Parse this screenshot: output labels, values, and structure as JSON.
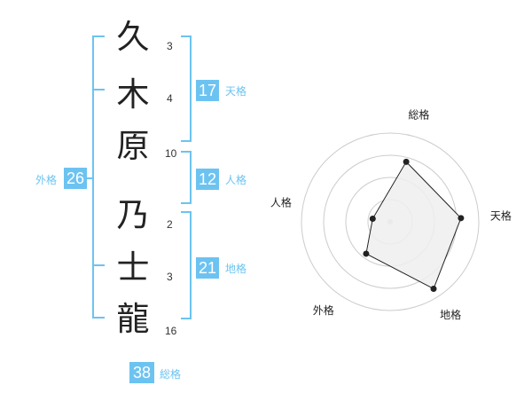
{
  "name": {
    "characters": [
      {
        "char": "久",
        "strokes": "3"
      },
      {
        "char": "木",
        "strokes": "4"
      },
      {
        "char": "原",
        "strokes": "10"
      },
      {
        "char": "乃",
        "strokes": "2"
      },
      {
        "char": "士",
        "strokes": "3"
      },
      {
        "char": "龍",
        "strokes": "16"
      }
    ]
  },
  "fortune": {
    "tenkaku": {
      "value": "17",
      "label": "天格"
    },
    "jinkaku": {
      "value": "12",
      "label": "人格"
    },
    "chikaku": {
      "value": "21",
      "label": "地格"
    },
    "gaikaku": {
      "value": "26",
      "label": "外格"
    },
    "soukaku": {
      "value": "38",
      "label": "総格"
    }
  },
  "radar": {
    "axes": [
      {
        "label": "総格",
        "value": 0.7
      },
      {
        "label": "天格",
        "value": 0.8
      },
      {
        "label": "地格",
        "value": 0.9
      },
      {
        "label": "外格",
        "value": 0.45
      },
      {
        "label": "人格",
        "value": 0.2
      }
    ],
    "levels": 4,
    "colors": {
      "fill": "#efefef",
      "stroke": "#222222",
      "grid": "#cccccc",
      "center": "#cccccc"
    }
  },
  "colors": {
    "accent": "#6cc3f1"
  }
}
